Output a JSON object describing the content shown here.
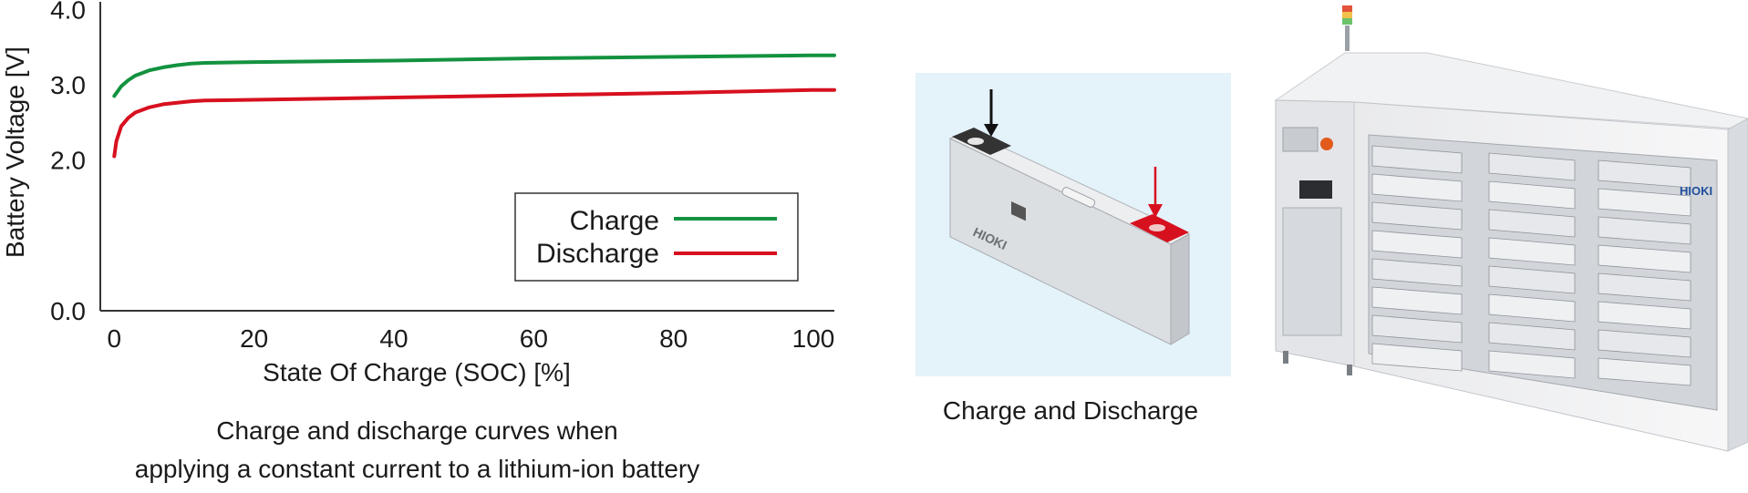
{
  "chart_data": {
    "type": "line",
    "xlabel": "State Of Charge (SOC) [%]",
    "ylabel": "Battery Voltage [V]",
    "xlim": [
      -2,
      103
    ],
    "ylim": [
      0,
      4.1
    ],
    "x_ticks": [
      0,
      20,
      40,
      60,
      80,
      100
    ],
    "x_tick_labels": [
      "0",
      "20",
      "40",
      "60",
      "80",
      "100"
    ],
    "y_ticks": [
      0,
      2,
      3,
      4
    ],
    "y_tick_labels": [
      "0.0",
      "2.0",
      "3.0",
      "4.0"
    ],
    "y_axis_break": true,
    "grid": false,
    "legend_position": "bottom-right",
    "series": [
      {
        "name": "Charge",
        "color": "#13923f",
        "x": [
          0,
          1,
          2,
          3,
          5,
          7,
          9,
          11,
          13,
          20,
          40,
          60,
          80,
          100,
          103
        ],
        "y": [
          2.85,
          2.98,
          3.06,
          3.12,
          3.19,
          3.23,
          3.26,
          3.28,
          3.29,
          3.3,
          3.32,
          3.35,
          3.37,
          3.39,
          3.39
        ]
      },
      {
        "name": "Discharge",
        "color": "#d7101f",
        "x": [
          0,
          0.3,
          1,
          2,
          3,
          5,
          7,
          9,
          11,
          13,
          20,
          40,
          60,
          80,
          100,
          103
        ],
        "y": [
          2.05,
          2.25,
          2.45,
          2.56,
          2.63,
          2.7,
          2.74,
          2.76,
          2.78,
          2.79,
          2.8,
          2.83,
          2.86,
          2.89,
          2.93,
          2.93
        ]
      }
    ]
  },
  "captions": {
    "chart_line1": "Charge and discharge curves when",
    "chart_line2": "applying a constant current to a lithium-ion battery",
    "cell": "Charge and Discharge"
  },
  "images": {
    "cell_brand": "HIOKI",
    "cabinet_brand": "HIOKI"
  }
}
